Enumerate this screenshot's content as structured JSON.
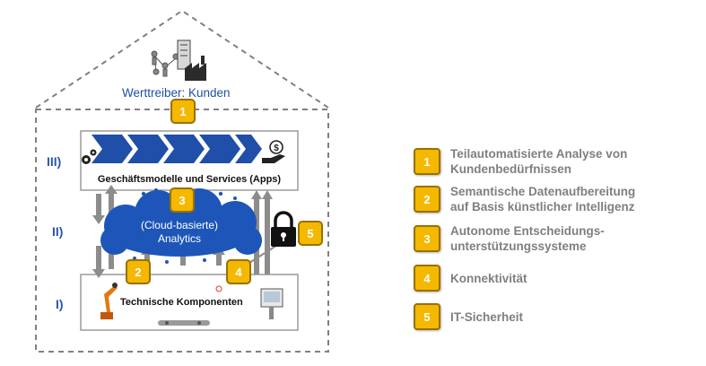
{
  "roof": {
    "label": "Werttreiber: Kunden"
  },
  "levels": [
    {
      "numeral": "III)",
      "label": "Geschäftsmodelle und Services (Apps)"
    },
    {
      "numeral": "II)",
      "label": "(Cloud-basierte)\nAnalytics"
    },
    {
      "numeral": "I)",
      "label": "Technische Komponenten"
    }
  ],
  "cloud": {
    "line1": "(Cloud-basierte)",
    "line2": "Analytics"
  },
  "badges": [
    "1",
    "2",
    "3",
    "4",
    "5"
  ],
  "legend": [
    {
      "num": "1",
      "lines": [
        "Teilautomatisierte Analyse von",
        "Kundenbedürfnissen"
      ]
    },
    {
      "num": "2",
      "lines": [
        "Semantische Datenaufbereitung",
        "auf Basis künstlicher Intelligenz"
      ]
    },
    {
      "num": "3",
      "lines": [
        "Autonome Entscheidungs-",
        "unterstützungssysteme"
      ]
    },
    {
      "num": "4",
      "lines": [
        "Konnektivität"
      ]
    },
    {
      "num": "5",
      "lines": [
        "IT-Sicherheit"
      ]
    }
  ],
  "colors": {
    "badge": "#f5b800",
    "badge_border": "#9a7000",
    "chevron": "#1f4fa8",
    "cloud": "#1d56b8",
    "numeral": "#2a58a8",
    "roof_label": "#1f4fa8",
    "legend_text": "#7f7f7f"
  },
  "icons": [
    "people-network-icon",
    "factory-icon",
    "gears-icon",
    "money-hand-icon",
    "padlock-icon",
    "robot-arm-icon",
    "conveyor-icon",
    "terminal-icon"
  ]
}
